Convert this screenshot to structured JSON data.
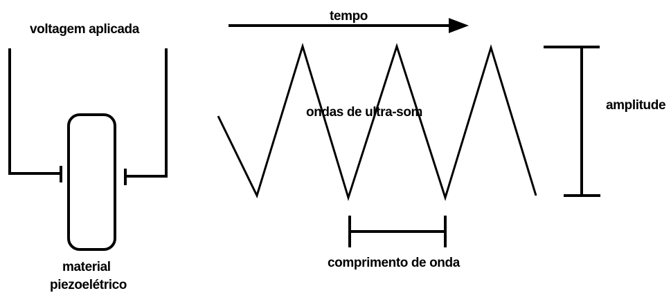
{
  "labels": {
    "applied_voltage": "voltagem aplicada",
    "time": "tempo",
    "ultrasound_waves": "ondas de ultra-som",
    "amplitude": "amplitude",
    "wavelength": "comprimento de onda",
    "piezo_material_line1": "material",
    "piezo_material_line2": "piezoelétrico"
  },
  "colors": {
    "ink": "#000000",
    "background": "#ffffff"
  }
}
